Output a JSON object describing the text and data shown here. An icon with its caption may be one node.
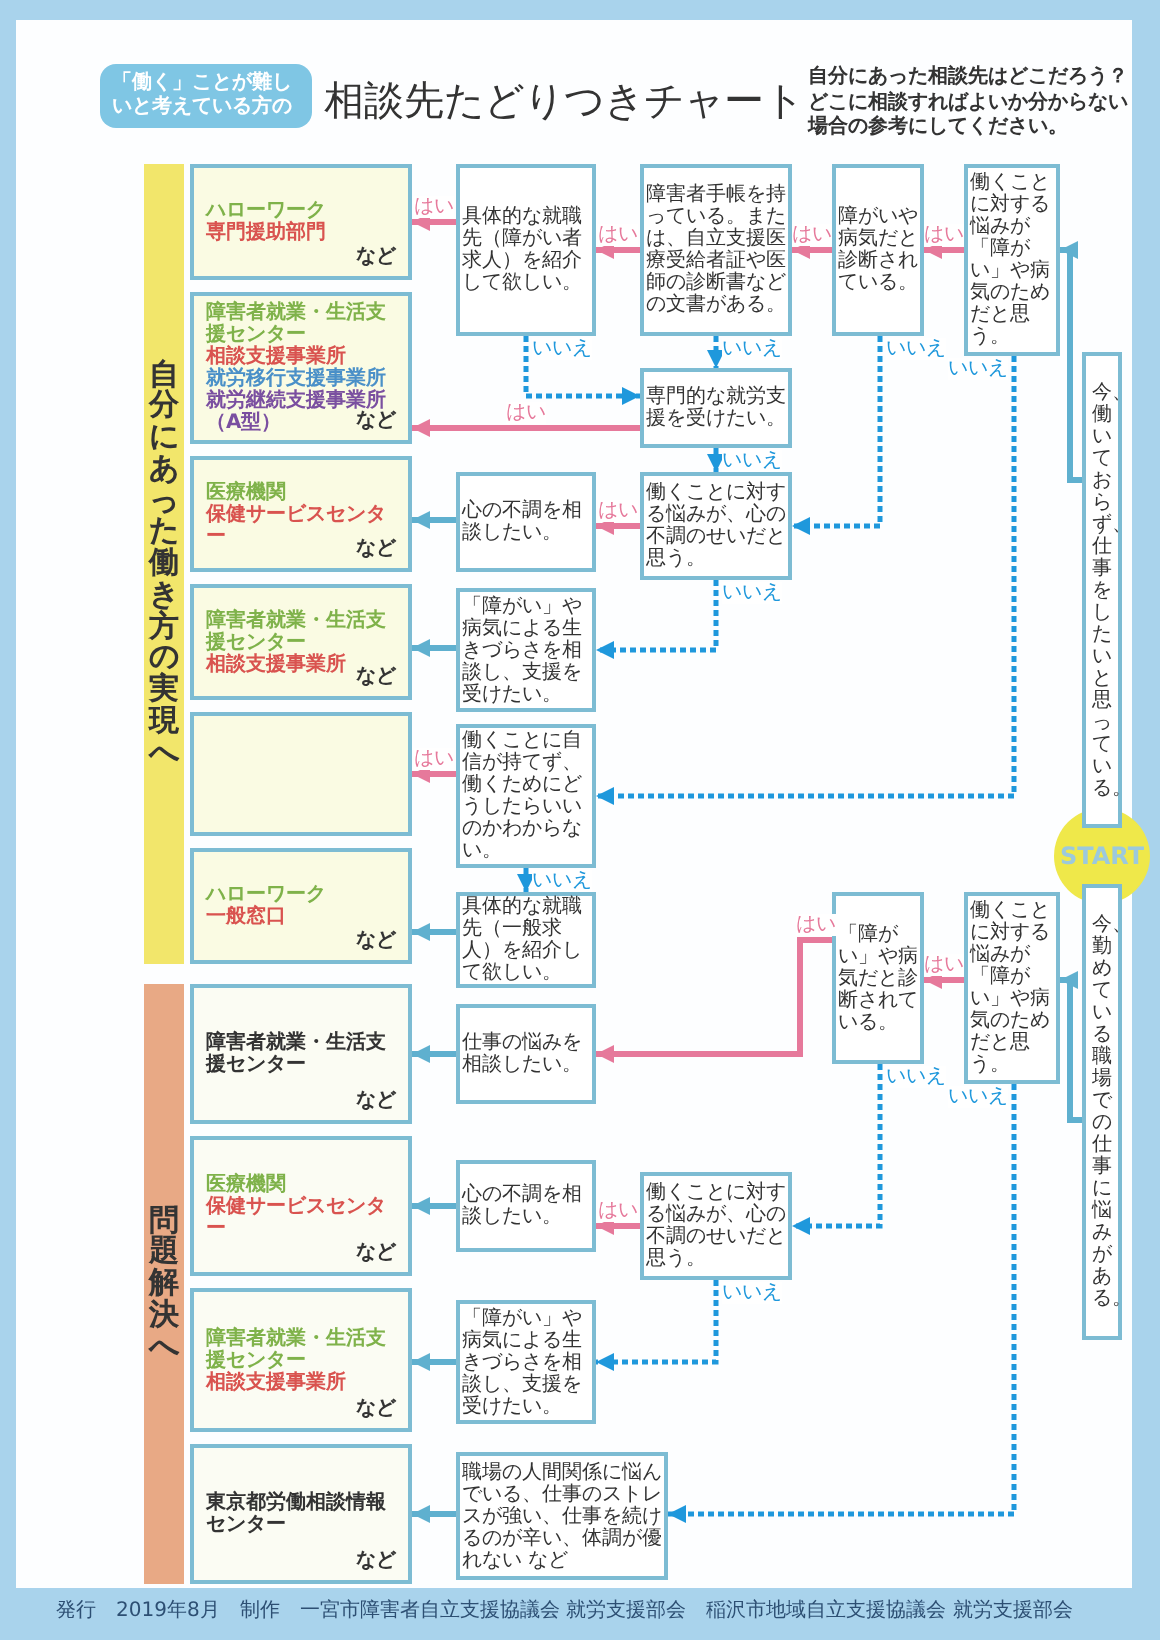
{
  "diagram": {
    "title": "相談先たどりつきチャート",
    "nodes": [
      {
        "text": [
          "「働く」ことが難しいと考えている方の"
        ]
      },
      {
        "text": [
          "自分にあった働き方の実現へ"
        ]
      },
      {
        "text": [
          "問題解決へ"
        ]
      },
      {
        "text": [
          "ハローワーク",
          "専門援助部門",
          "など"
        ]
      },
      {
        "text": [
          "障害者就業・生活支援センター",
          "相談支援事業所",
          "就労移行支援事業所",
          "就労継続支援事業所（A型）",
          "など"
        ]
      },
      {
        "text": [
          "医療機関",
          "保健サービスセンター",
          "など"
        ]
      },
      {
        "text": [
          "障害者就業・生活支援センター",
          "相談支援事業所",
          "など"
        ]
      },
      {
        "text": [],
        "shape": "box"
      },
      {
        "text": [
          "ハローワーク",
          "一般窓口",
          "など"
        ]
      },
      {
        "text": [
          "障害者就業・生活支援センター",
          "など"
        ]
      },
      {
        "text": [
          "医療機関",
          "保健サービスセンター",
          "など"
        ]
      },
      {
        "text": [
          "障害者就業・生活支援センター",
          "相談支援事業所",
          "など"
        ]
      },
      {
        "text": [
          "東京都労働相談情報センター",
          "など"
        ]
      },
      {
        "text": [
          "START"
        ]
      },
      {
        "text": [
          "今、働いておらず、仕事をしたいと思っている。"
        ]
      },
      {
        "text": [
          "今、勤めている職場での仕事に悩みがある。"
        ]
      },
      {
        "text": [
          "働くことに対する悩みが「障がい」や病気のためだと思う。"
        ]
      },
      {
        "text": [
          "障がいや病気だと診断されている。"
        ]
      },
      {
        "text": [
          "障害者手帳を持っている。または、自立支援医療受給者証や医師の診断書などの文書がある。"
        ]
      },
      {
        "text": [
          "具体的な就職先（障がい者求人）を紹介して欲しい。"
        ]
      },
      {
        "text": [
          "専門的な就労支援を受けたい。"
        ]
      },
      {
        "text": [
          "働くことに対する悩みが、心の不調のせいだと思う。"
        ]
      },
      {
        "text": [
          "心の不調を相談したい。"
        ]
      },
      {
        "text": [
          "「障がい」や病気による生きづらさを相談し、支援を受けたい。"
        ]
      },
      {
        "text": [
          "働くことに自信が持てず、働くためにどうしたらいいのかわからない。"
        ]
      },
      {
        "text": [
          "具体的な就職先（一般求人）を紹介して欲しい。"
        ]
      },
      {
        "text": [
          "働くことに対する悩みが「障がい」や病気のためだと思う。"
        ]
      },
      {
        "text": [
          "「障がい」や病気だと診断されている。"
        ]
      },
      {
        "text": [
          "仕事の悩みを相談したい。"
        ]
      },
      {
        "text": [
          "働くことに対する悩みが、心の不調のせいだと思う。"
        ]
      },
      {
        "text": [
          "心の不調を相談したい。"
        ]
      },
      {
        "text": [
          "「障がい」や病気による生きづらさを相談し、支援を受けたい。"
        ]
      },
      {
        "text": [
          "職場の人間関係に悩んでいる、仕事のストレスが強い、仕事を続けるのが辛い、体調が優れない など"
        ]
      }
    ],
    "edges": [
      {
        "from": 14,
        "to": 16,
        "arrow": "to",
        "color": "#5fb0cf"
      },
      {
        "from": 16,
        "to": 17,
        "arrow": "to",
        "label": "はい",
        "color": "#e6799b"
      },
      {
        "from": 17,
        "to": 18,
        "arrow": "to",
        "label": "はい",
        "color": "#e6799b"
      },
      {
        "from": 18,
        "to": 19,
        "arrow": "to",
        "label": "はい",
        "color": "#e6799b"
      },
      {
        "from": 19,
        "to": 3,
        "arrow": "to",
        "label": "はい",
        "color": "#e6799b"
      },
      {
        "from": 16,
        "to": 24,
        "arrow": "to",
        "label": "いいえ",
        "style": "dashed",
        "color": "#1f98dc"
      },
      {
        "from": 17,
        "to": 21,
        "arrow": "to",
        "label": "いいえ",
        "style": "dashed",
        "color": "#1f98dc"
      },
      {
        "from": 18,
        "to": 20,
        "arrow": "to",
        "label": "いいえ",
        "style": "dashed",
        "color": "#1f98dc"
      },
      {
        "from": 19,
        "to": 20,
        "arrow": "to",
        "label": "いいえ",
        "style": "dashed",
        "color": "#1f98dc"
      },
      {
        "from": 20,
        "to": 4,
        "arrow": "to",
        "label": "はい",
        "color": "#e6799b"
      },
      {
        "from": 20,
        "to": 21,
        "arrow": "to",
        "label": "いいえ",
        "style": "dashed",
        "color": "#1f98dc"
      },
      {
        "from": 21,
        "to": 22,
        "arrow": "to",
        "label": "はい",
        "color": "#e6799b"
      },
      {
        "from": 21,
        "to": 23,
        "arrow": "to",
        "label": "いいえ",
        "style": "dashed",
        "color": "#1f98dc"
      },
      {
        "from": 22,
        "to": 5,
        "arrow": "to",
        "color": "#5fb0cf"
      },
      {
        "from": 23,
        "to": 6,
        "arrow": "to",
        "color": "#5fb0cf"
      },
      {
        "from": 24,
        "to": 7,
        "arrow": "to",
        "label": "はい",
        "color": "#e6799b"
      },
      {
        "from": 24,
        "to": 25,
        "arrow": "to",
        "label": "いいえ",
        "style": "dashed",
        "color": "#1f98dc"
      },
      {
        "from": 25,
        "to": 8,
        "arrow": "to",
        "color": "#5fb0cf"
      },
      {
        "from": 15,
        "to": 26,
        "arrow": "to",
        "color": "#5fb0cf"
      },
      {
        "from": 26,
        "to": 27,
        "arrow": "to",
        "label": "はい",
        "color": "#e6799b"
      },
      {
        "from": 27,
        "to": 28,
        "arrow": "to",
        "label": "はい",
        "color": "#e6799b"
      },
      {
        "from": 26,
        "to": 32,
        "arrow": "to",
        "label": "いいえ",
        "style": "dashed",
        "color": "#1f98dc"
      },
      {
        "from": 27,
        "to": 29,
        "arrow": "to",
        "label": "いいえ",
        "style": "dashed",
        "color": "#1f98dc"
      },
      {
        "from": 28,
        "to": 9,
        "arrow": "to",
        "color": "#5fb0cf"
      },
      {
        "from": 29,
        "to": 30,
        "arrow": "to",
        "label": "はい",
        "color": "#e6799b"
      },
      {
        "from": 29,
        "to": 31,
        "arrow": "to",
        "label": "いいえ",
        "style": "dashed",
        "color": "#1f98dc"
      },
      {
        "from": 30,
        "to": 10,
        "arrow": "to",
        "color": "#5fb0cf"
      },
      {
        "from": 31,
        "to": 11,
        "arrow": "to",
        "color": "#5fb0cf"
      },
      {
        "from": 32,
        "to": 12,
        "arrow": "to",
        "color": "#5fb0cf"
      }
    ],
    "labels": [
      "自分にあった相談先はどこだろう？どこに相談すればよいか分からない場合の参考にしてください。",
      "発行　2019年8月",
      "制作　一宮市障害者自立支援協議会 就労支援部会　稲沢市地域自立支援協議会 就労支援部会"
    ]
  }
}
